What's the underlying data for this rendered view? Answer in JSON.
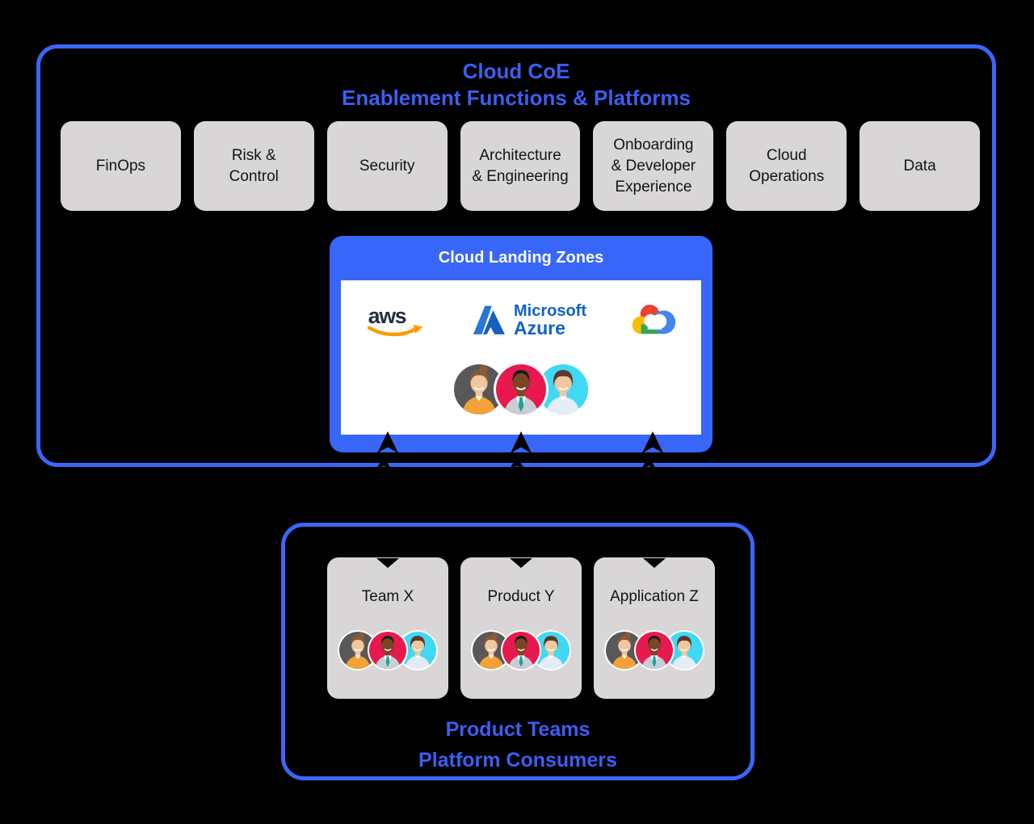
{
  "colors": {
    "background": "#000000",
    "primary_blue": "#3866F8",
    "title_blue": "#3C5FF2",
    "box_gray": "#D8D6D6",
    "box_text": "#141414",
    "landing_title_text": "#FFFFFF",
    "aws_dark": "#252F3E",
    "aws_orange": "#FF9900",
    "azure_blue": "#0F63C5",
    "gcp_red": "#EA4335",
    "gcp_yellow": "#FBBC05",
    "gcp_green": "#34A853",
    "gcp_blue": "#4285F4",
    "avatar_gray": "#58585A",
    "avatar_red": "#E8194E",
    "avatar_cyan": "#3FD9F5"
  },
  "coe_section": {
    "title_line1": "Cloud CoE",
    "title_line2": "Enablement Functions & Platforms",
    "functions": [
      "FinOps",
      "Risk &\nControl",
      "Security",
      "Architecture\n& Engineering",
      "Onboarding\n& Developer\nExperience",
      "Cloud\nOperations",
      "Data"
    ]
  },
  "landing_zones": {
    "title": "Cloud Landing Zones",
    "aws_label": "aws",
    "azure_label_line1": "Microsoft",
    "azure_label_line2": "Azure",
    "providers": [
      "AWS",
      "Microsoft Azure",
      "Google Cloud"
    ]
  },
  "product_teams_section": {
    "title_line1": "Product Teams",
    "title_line2": "Platform Consumers",
    "teams": [
      {
        "label": "Team X"
      },
      {
        "label": "Product Y"
      },
      {
        "label": "Application Z"
      }
    ]
  }
}
